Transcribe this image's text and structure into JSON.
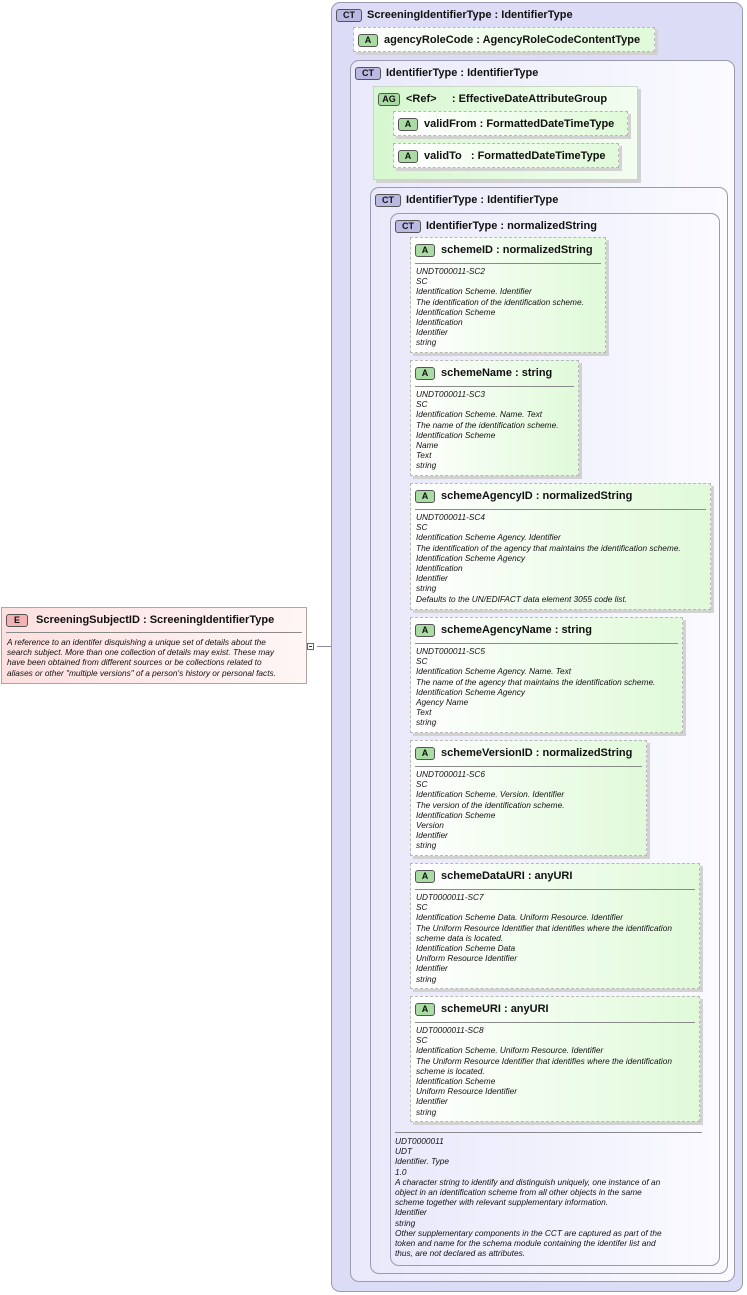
{
  "element": {
    "badge": "E",
    "title": "ScreeningSubjectID : ScreeningIdentifierType",
    "doc": [
      "A reference to an identifer disquishing a unique set of details about the",
      "search subject. More than one collection of details may exist. These may",
      "have been obtained from different sources or be collections related to",
      "aliases or other \"multiple versions\" of a person's history or personal facts."
    ]
  },
  "ct_screening": {
    "badge": "CT",
    "title": "ScreeningIdentifierType : IdentifierType"
  },
  "agency_role": {
    "badge": "A",
    "title": "agencyRoleCode : AgencyRoleCodeContentType"
  },
  "ct_identifier1": {
    "badge": "CT",
    "title": "IdentifierType : IdentifierType"
  },
  "ag": {
    "badge": "AG",
    "title": "<Ref>     : EffectiveDateAttributeGroup",
    "valid_from": {
      "badge": "A",
      "title": "validFrom : FormattedDateTimeType"
    },
    "valid_to": {
      "badge": "A",
      "title": "validTo   : FormattedDateTimeType"
    }
  },
  "ct_identifier2": {
    "badge": "CT",
    "title": "IdentifierType : IdentifierType"
  },
  "ct_identifier3": {
    "badge": "CT",
    "title": "IdentifierType : normalizedString"
  },
  "attributes": [
    {
      "badge": "A",
      "title": "schemeID : normalizedString",
      "doc": [
        "UNDT000011-SC2",
        "SC",
        "Identification Scheme. Identifier",
        "The identification of the identification scheme.",
        "Identification Scheme",
        "Identification",
        "Identifier",
        "string"
      ]
    },
    {
      "badge": "A",
      "title": "schemeName : string",
      "doc": [
        "UNDT000011-SC3",
        "SC",
        "Identification Scheme. Name. Text",
        "The name of the identification scheme.",
        "Identification Scheme",
        "Name",
        "Text",
        "string"
      ]
    },
    {
      "badge": "A",
      "title": "schemeAgencyID : normalizedString",
      "doc": [
        "UNDT000011-SC4",
        "SC",
        "Identification Scheme Agency. Identifier",
        "The identification of the agency that maintains the identification scheme.",
        "Identification Scheme Agency",
        "Identification",
        "Identifier",
        "string",
        "Defaults to the UN/EDIFACT data element 3055 code list."
      ]
    },
    {
      "badge": "A",
      "title": "schemeAgencyName : string",
      "doc": [
        "UNDT000011-SC5",
        "SC",
        "Identification Scheme Agency. Name. Text",
        "The name of the agency that maintains the identification scheme.",
        "Identification Scheme Agency",
        "Agency Name",
        "Text",
        "string"
      ]
    },
    {
      "badge": "A",
      "title": "schemeVersionID : normalizedString",
      "doc": [
        "UNDT000011-SC6",
        "SC",
        "Identification Scheme. Version. Identifier",
        "The version of the identification scheme.",
        "Identification Scheme",
        "Version",
        "Identifier",
        "string"
      ]
    },
    {
      "badge": "A",
      "title": "schemeDataURI : anyURI",
      "doc": [
        "UDT0000011-SC7",
        "SC",
        "Identification Scheme Data. Uniform Resource. Identifier",
        "The Uniform Resource Identifier that identifies where the identification",
        "scheme data is located.",
        "Identification Scheme Data",
        "Uniform Resource Identifier",
        "Identifier",
        "string"
      ]
    },
    {
      "badge": "A",
      "title": "schemeURI : anyURI",
      "doc": [
        "UDT0000011-SC8",
        "SC",
        "Identification Scheme. Uniform Resource. Identifier",
        "The Uniform Resource Identifier that identifies where the identification",
        "scheme is located.",
        "Identification Scheme",
        "Uniform Resource Identifier",
        "Identifier",
        "string"
      ]
    }
  ],
  "type_doc": [
    "UDT0000011",
    "UDT",
    "Identifier. Type",
    "1.0",
    "A character string to identify and distinguish uniquely, one instance of an",
    "object in an identification scheme from all other objects in the same",
    "scheme together with relevant supplementary information.",
    "Identifier",
    "string",
    "Other supplementary components in the CCT are captured as part of the",
    "token and name for the schema module containing the identifer list and",
    "thus, are not declared as attributes."
  ],
  "colors": {
    "complex_type": "#b9b9e3",
    "attribute": "#a9dca2",
    "element": "#f3b3b3"
  },
  "icons": {
    "expand": "plus-box-icon"
  }
}
